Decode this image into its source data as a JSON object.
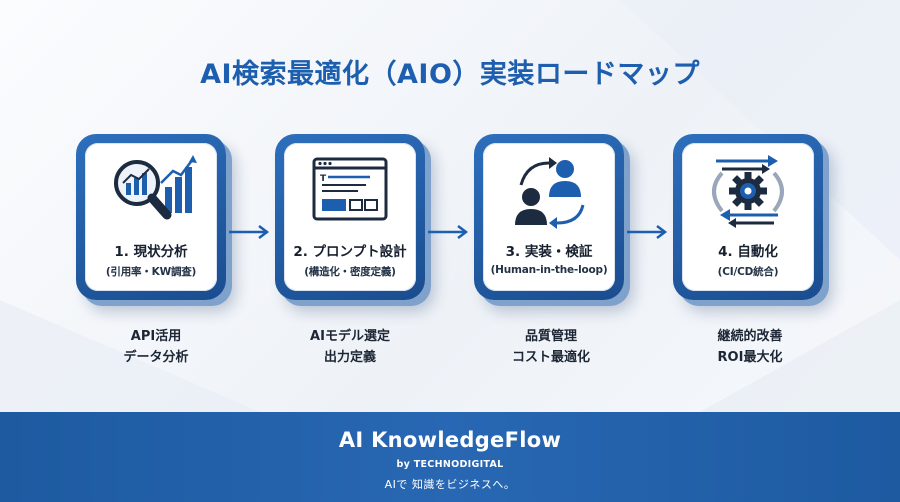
{
  "title": "AI検索最適化（AIO）実装ロードマップ",
  "steps": [
    {
      "title": "1. 現状分析",
      "subtitle": "(引用率・KW調査)",
      "notes": [
        "API活用",
        "データ分析"
      ],
      "icon": "magnifier-chart-icon"
    },
    {
      "title": "2. プロンプト設計",
      "subtitle": "(構造化・密度定義)",
      "notes": [
        "AIモデル選定",
        "出力定義"
      ],
      "icon": "browser-layout-icon"
    },
    {
      "title": "3. 実装・検証",
      "subtitle": "(Human-in-the-loop)",
      "notes": [
        "品質管理",
        "コスト最適化"
      ],
      "icon": "people-cycle-icon"
    },
    {
      "title": "4. 自動化",
      "subtitle": "(CI/CD統合)",
      "notes": [
        "継続的改善",
        "ROI最大化"
      ],
      "icon": "gear-cycle-icon"
    }
  ],
  "footer": {
    "brand": "AI KnowledgeFlow",
    "byline": "by TECHNODIGITAL",
    "tagline": "AIで 知識をビジネスへ。"
  },
  "colors": {
    "accent": "#1d5fae",
    "footer": "#2364ae",
    "frame_dark": "#1a4d8f"
  }
}
